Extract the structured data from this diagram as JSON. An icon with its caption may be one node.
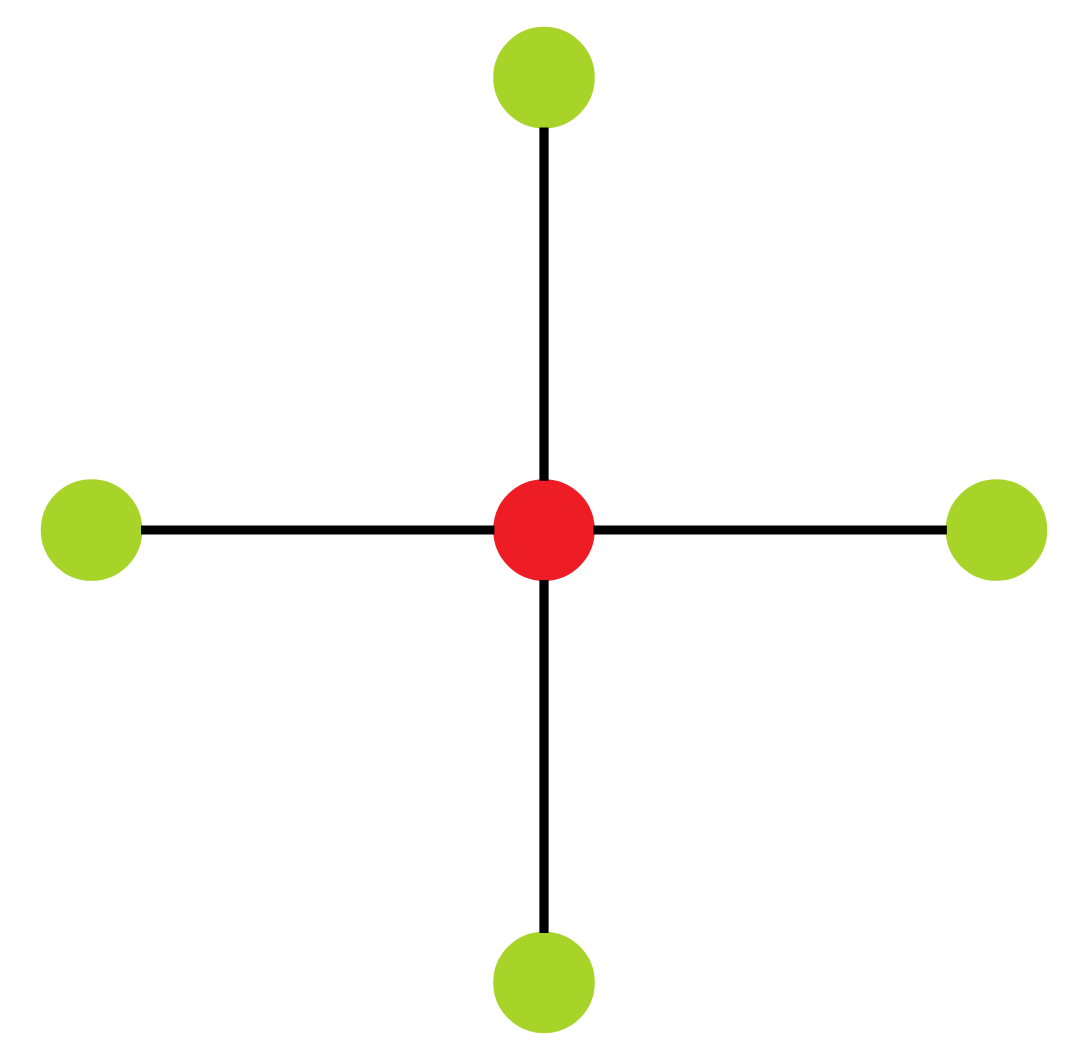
{
  "diagram": {
    "nodes": [
      {
        "text": [],
        "shape": "circle"
      },
      {
        "text": [],
        "shape": "circle"
      },
      {
        "text": [],
        "shape": "circle"
      },
      {
        "text": [],
        "shape": "circle"
      },
      {
        "text": [],
        "shape": "circle"
      }
    ],
    "edges": [
      {
        "from": 0,
        "to": 2,
        "arrow": "none"
      },
      {
        "from": 1,
        "to": 2,
        "arrow": "none"
      },
      {
        "from": 2,
        "to": 3,
        "arrow": "none"
      },
      {
        "from": 2,
        "to": 4,
        "arrow": "none"
      }
    ]
  }
}
